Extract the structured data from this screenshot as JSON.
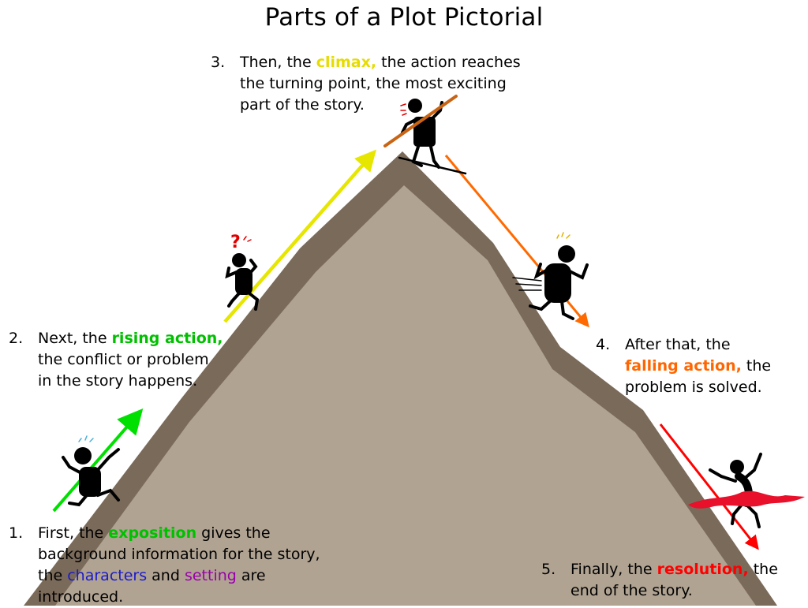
{
  "title": "Parts of a Plot Pictorial",
  "colors": {
    "mountain_outer": "#7a6a5a",
    "mountain_inner": "#b0a392",
    "exposition": "#00c000",
    "rising_action": "#00c000",
    "climax": "#e6dc00",
    "falling_action": "#ff6600",
    "resolution": "#ff0000",
    "characters": "#1a1acc",
    "setting": "#9900aa"
  },
  "steps": {
    "exposition": {
      "number": "1.",
      "line1_pre": "First, the ",
      "keyword": "exposition",
      "line1_post": " gives the",
      "line2": "background information for the story,",
      "line3_pre": "the ",
      "characters": "characters",
      "line3_mid": " and ",
      "setting": "setting",
      "line3_post": " are",
      "line4": "introduced."
    },
    "rising_action": {
      "number": "2.",
      "line1_pre": "Next, the ",
      "keyword": "rising action,",
      "line2": "the conflict or problem",
      "line3": "in the story happens."
    },
    "climax": {
      "number": "3.",
      "line1_pre": "Then, the ",
      "keyword": "climax,",
      "line1_post": " the action reaches",
      "line2": "the turning point, the most exciting",
      "line3": "part of the story."
    },
    "falling_action": {
      "number": "4.",
      "line1": "After that, the",
      "keyword": "falling action,",
      "line2_post": " the",
      "line3": "problem is solved."
    },
    "resolution": {
      "number": "5.",
      "line1_pre": "Finally, the ",
      "keyword": "resolution,",
      "line1_post": " the",
      "line2": "end of the story."
    }
  },
  "icons": [
    "mountain-icon",
    "stick-figure-pointing-icon",
    "stick-figure-confused-icon",
    "stick-figure-climber-icon",
    "stick-figure-running-icon",
    "stick-figure-finish-line-icon",
    "question-mark-icon"
  ]
}
